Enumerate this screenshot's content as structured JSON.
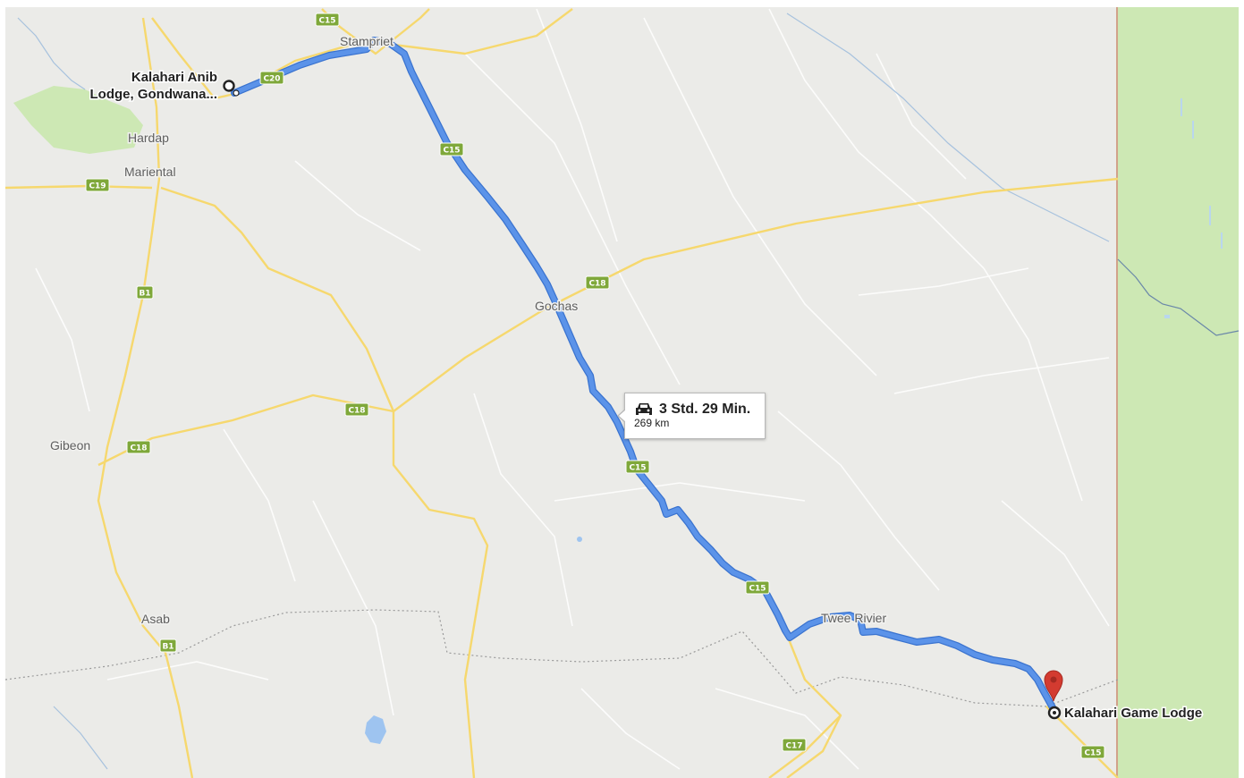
{
  "map": {
    "colors": {
      "land": "#ebebe8",
      "park": "#cde8b4",
      "road_major": "#f6d86e",
      "road_minor": "#ffffff",
      "route": "#5b93e9",
      "route_outline": "#3a73cf",
      "border": "#9a9a9a",
      "water": "#9ec4f0",
      "shield": "#7fa83a",
      "marker": "#d33b30"
    },
    "places": [
      {
        "id": "hardap",
        "label": "Hardap"
      },
      {
        "id": "mariental",
        "label": "Mariental"
      },
      {
        "id": "stampriet",
        "label": "Stampriet"
      },
      {
        "id": "gochas",
        "label": "Gochas"
      },
      {
        "id": "gibeon",
        "label": "Gibeon"
      },
      {
        "id": "asab",
        "label": "Asab"
      },
      {
        "id": "twee-rivier",
        "label": "Twee Rivier"
      }
    ],
    "road_shields": [
      "C15",
      "C20",
      "C19",
      "B1",
      "C15",
      "C18",
      "C18",
      "C18",
      "C15",
      "C15",
      "B1",
      "C17",
      "C15"
    ]
  },
  "origin": {
    "label_line1": "Kalahari Anib",
    "label_line2": "Lodge, Gondwana..."
  },
  "destination": {
    "label": "Kalahari Game Lodge"
  },
  "route_info": {
    "icon": "car-icon",
    "duration": "3 Std. 29 Min.",
    "distance": "269 km"
  }
}
